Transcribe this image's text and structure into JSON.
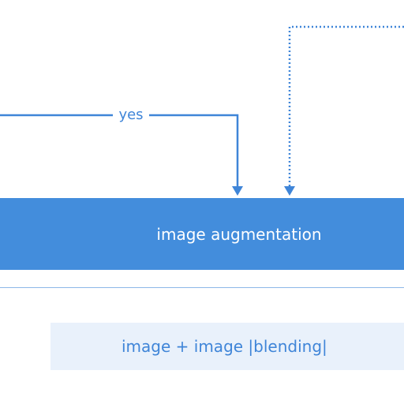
{
  "diagram": {
    "edge_label": "yes",
    "augmentation_box_label": "image augmentation",
    "blending_box_label": "image + image |blending|"
  },
  "colors": {
    "primary": "#438ddc",
    "arrow": "#3f85d8",
    "light_box": "#e9f1fb",
    "divider": "#8db7e8"
  }
}
